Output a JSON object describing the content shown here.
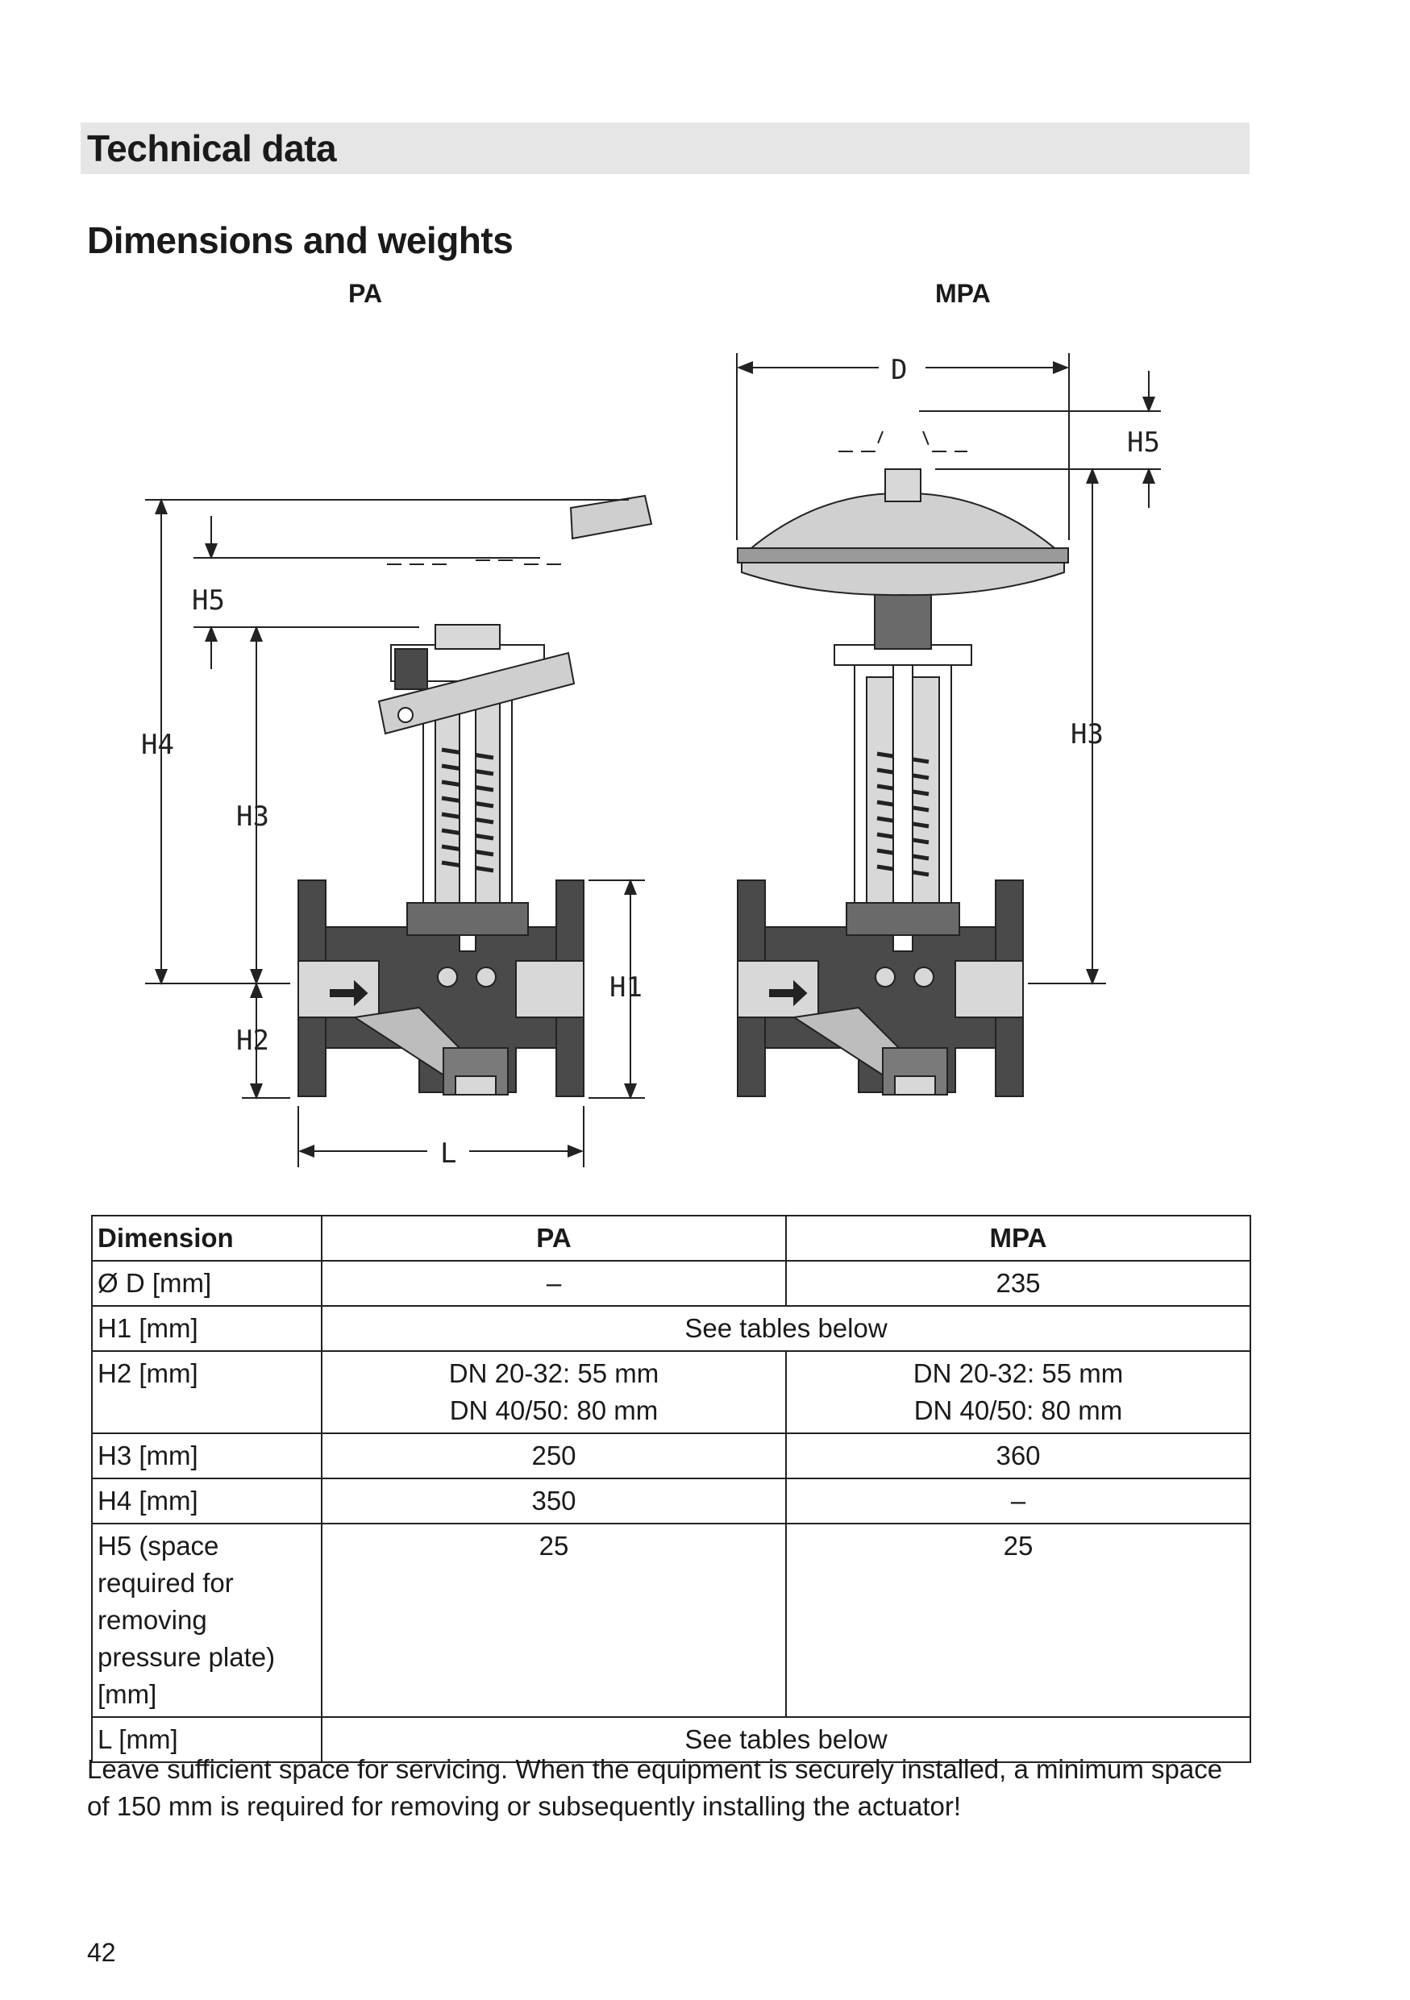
{
  "section_title": "Technical data",
  "subsection_title": "Dimensions and weights",
  "figures": {
    "left_label": "PA",
    "right_label": "MPA",
    "pa_dims": {
      "h5": "H5",
      "h4": "H4",
      "h3": "H3",
      "h2": "H2",
      "h1": "H1",
      "l": "L"
    },
    "mpa_dims": {
      "d": "D",
      "h5": "H5",
      "h3": "H3"
    }
  },
  "table": {
    "headers": [
      "Dimension",
      "PA",
      "MPA"
    ],
    "rows": [
      {
        "dimension": "Ø D [mm]",
        "pa": "–",
        "mpa": "235"
      },
      {
        "dimension": "H1 [mm]",
        "merged": "See tables below"
      },
      {
        "dimension": "H2 [mm]",
        "pa_line1": "DN 20-32: 55 mm",
        "pa_line2": "DN 40/50: 80 mm",
        "mpa_line1": "DN 20-32: 55 mm",
        "mpa_line2": "DN 40/50: 80 mm"
      },
      {
        "dimension": "H3 [mm]",
        "pa": "250",
        "mpa": "360"
      },
      {
        "dimension": "H4 [mm]",
        "pa": "350",
        "mpa": "–"
      },
      {
        "dimension": "H5 (space required for removing pressure plate) [mm]",
        "pa": "25",
        "mpa": "25"
      },
      {
        "dimension": "L [mm]",
        "merged": "See tables below"
      }
    ]
  },
  "note": "Leave sufficient space for servicing. When the equipment is securely installed, a minimum space of 150 mm is required for removing or subsequently installing the actuator!",
  "page_number": "42",
  "colors": {
    "section_bar": "#e6e6e6",
    "valve_body": "#4a4a4a",
    "valve_light": "#d8d8d8",
    "text": "#1a1a1a"
  }
}
